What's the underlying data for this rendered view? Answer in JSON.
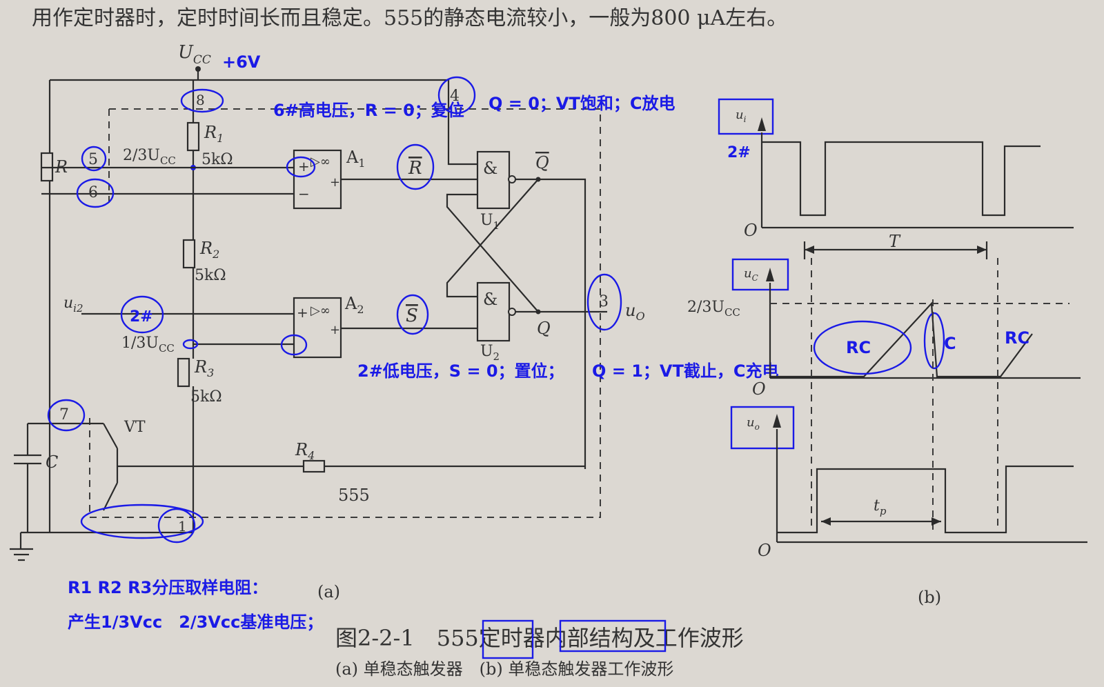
{
  "header_text": "用作定时器时，定时时间长而且稳定。555的静态电流较小，一般为800 μA左右。",
  "circuit": {
    "ucc_label": "U",
    "ucc_sub": "CC",
    "plus6v": "+6V",
    "r_label": "R",
    "r1": "R",
    "r1_sub": "1",
    "r1_val": "5kΩ",
    "r2": "R",
    "r2_sub": "2",
    "r2_val": "5kΩ",
    "r3": "R",
    "r3_sub": "3",
    "r3_val": "5kΩ",
    "r4": "R",
    "r4_sub": "4",
    "a1": "A",
    "a1_sub": "1",
    "a2": "A",
    "a2_sub": "2",
    "u1": "U",
    "u1_sub": "1",
    "u2": "U",
    "u2_sub": "2",
    "and": "&",
    "qbar": "Q",
    "q": "Q",
    "rbar": "R",
    "sbar": "S",
    "ui2": "u",
    "ui2_sub": "i2",
    "uo": "u",
    "uo_sub": "O",
    "two_thirds": "2/3U",
    "two_thirds_sub": "CC",
    "one_third": "1/3U",
    "one_third_sub": "CC",
    "vt": "VT",
    "c": "C",
    "chip": "555",
    "infinity": "▷∞",
    "plus": "+",
    "minus": "−",
    "pins": [
      "8",
      "4",
      "5",
      "6",
      "2#",
      "7",
      "1",
      "3"
    ],
    "caption_a": "(a)"
  },
  "waveform": {
    "ui_label": "u",
    "ui_sub": "i",
    "uc_label": "u",
    "uc_sub": "C",
    "uo_label": "u",
    "uo_sub": "o",
    "origin": "O",
    "t_label": "T",
    "tp_label": "t",
    "tp_sub": "p",
    "two_thirds": "2/3U",
    "two_thirds_sub": "CC",
    "caption_b": "(b)"
  },
  "annotations": {
    "reset_text": "6#高电压，R = 0；复位",
    "reset_q": "Q = 0；VT饱和；C放电",
    "set_text": "2#低电压，S = 0；置位；",
    "set_q": "Q = 1；VT截止，C充电",
    "divider_line1": "R1 R2 R3分压取样电阻：",
    "divider_line2": "产生1/3Vcc　2/3Vcc基准电压；",
    "pin2_label": "2#",
    "rc_left": "RC",
    "c_mid": "C",
    "rc_right": "RC"
  },
  "figure": {
    "title": "图2-2-1　555定时器内部结构及工作波形",
    "subtitle": "(a) 单稳态触发器　(b) 单稳态触发器工作波形"
  }
}
